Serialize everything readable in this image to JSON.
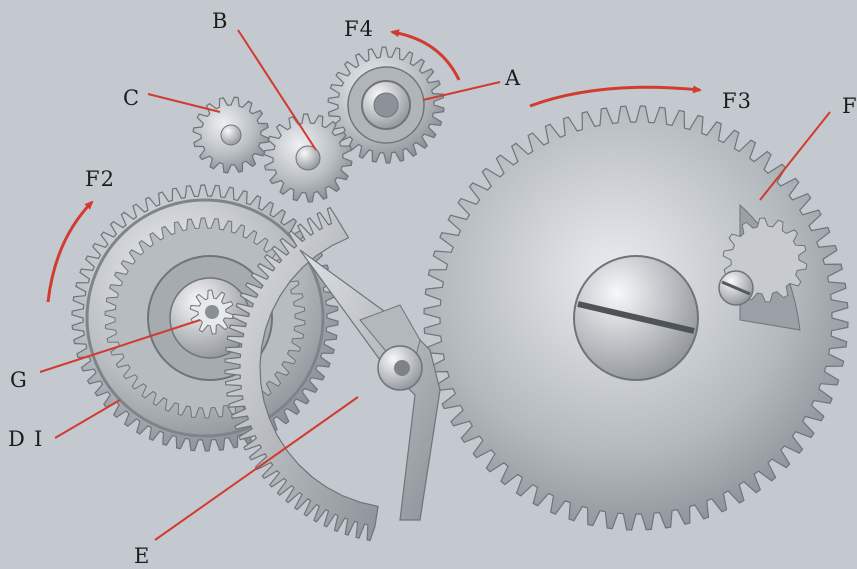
{
  "labels": {
    "a": "A",
    "b": "B",
    "c": "C",
    "d": "D",
    "e": "E",
    "f": "F",
    "g": "G",
    "i": "I",
    "f2": "F2",
    "f3": "F3",
    "f4": "F4"
  },
  "colors": {
    "background": "#c4c9cf",
    "metal_light": "#e4e7ea",
    "metal_mid": "#a9aeb3",
    "metal_dark": "#6f747a",
    "leader_line": "#d23b2f",
    "arrow": "#d23b2f",
    "text": "#1c1c1c"
  }
}
